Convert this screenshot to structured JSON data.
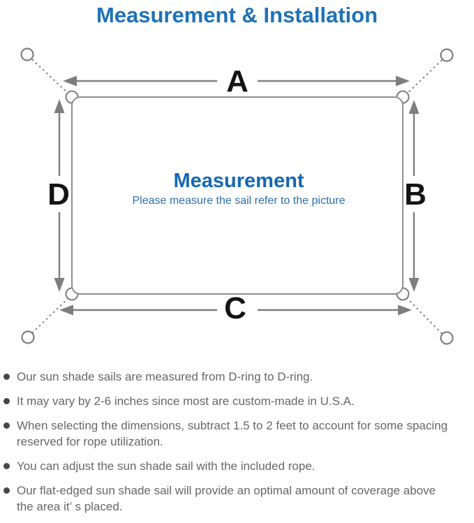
{
  "title": "Measurement & Installation",
  "diagram": {
    "heading": "Measurement",
    "subheading": "Please measure the sail refer to the picture",
    "labels": {
      "top": "A",
      "right": "B",
      "bottom": "C",
      "left": "D"
    },
    "colors": {
      "accent_blue": "#1d72b8",
      "heading_blue": "#1568b3",
      "line_gray": "#7e7e7e",
      "label_black": "#141414",
      "note_gray": "#676767"
    }
  },
  "notes": [
    "Our sun shade sails are measured from D-ring to D-ring.",
    "It may vary by 2-6 inches since most are custom-made in U.S.A.",
    "When selecting the dimensions, subtract 1.5 to 2 feet to account for some spacing\nreserved for rope utilization.",
    "You can adjust the sun shade sail with the included rope.",
    "Our flat-edged sun shade sail will provide an optimal amount of coverage above\nthe area it’ s placed."
  ]
}
